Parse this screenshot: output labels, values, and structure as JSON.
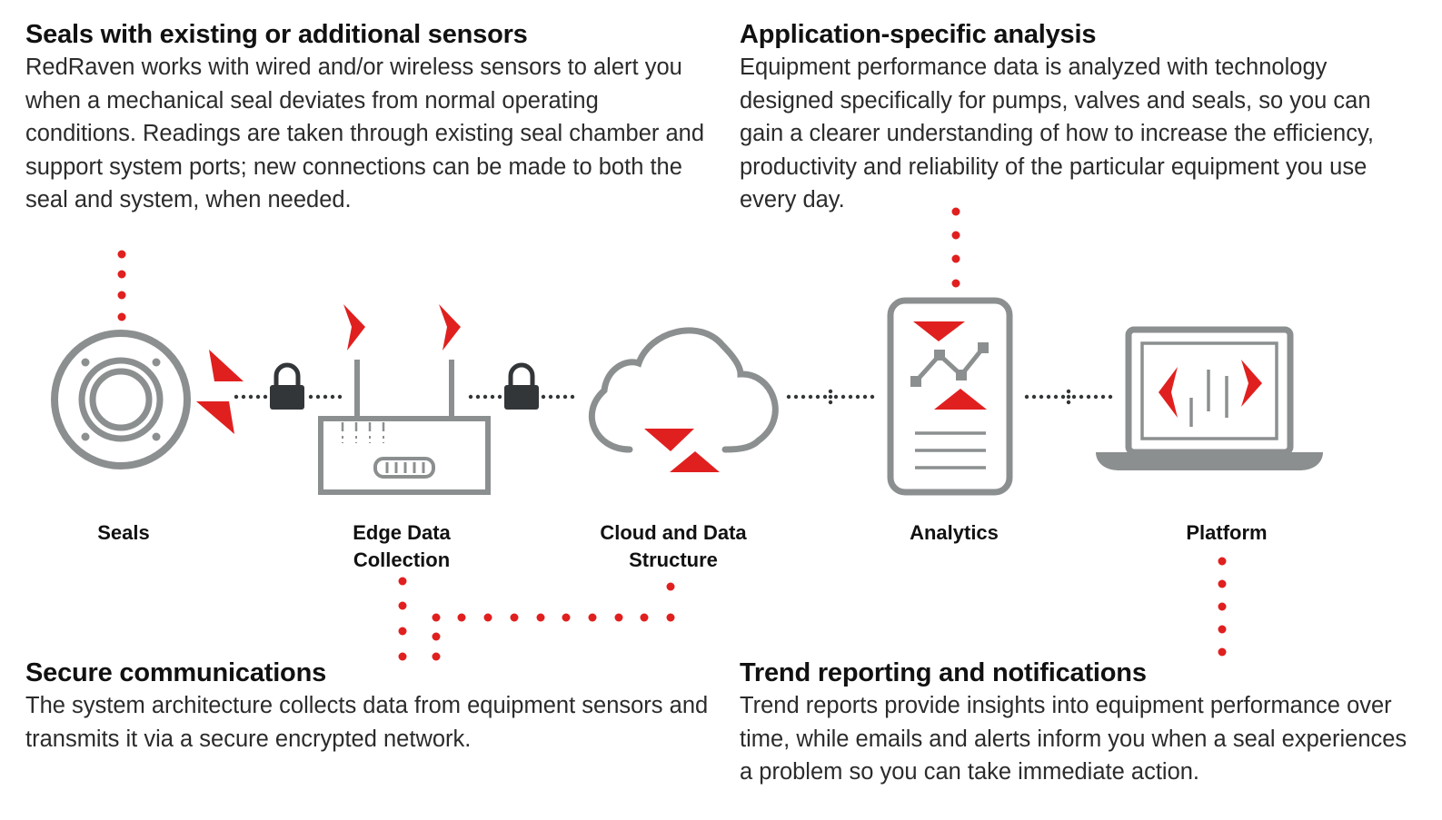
{
  "blocks": {
    "seals_sensors": {
      "heading": "Seals with existing or additional sensors",
      "body": "RedRaven works with wired and/or wireless sensors to alert you when a mechanical seal deviates from normal operating conditions. Readings are taken through existing seal chamber and support system ports; new connections can be made to both the seal and system, when needed."
    },
    "analysis": {
      "heading": "Application-specific analysis",
      "body": "Equipment performance data is analyzed with technology designed specifically for pumps, valves and seals, so you can gain a clearer understanding of how to increase the efficiency, productivity and reliability of the particular equipment you use every day."
    },
    "secure": {
      "heading": "Secure communications",
      "body": "The system architecture collects data from equipment sensors and transmits it via a secure encrypted network."
    },
    "trend": {
      "heading": "Trend reporting and notifications",
      "body": "Trend reports provide insights into equipment performance over time, while emails and alerts inform you when a seal experiences a problem so you can take immediate action."
    }
  },
  "nodes": {
    "seals": "Seals",
    "edge": "Edge Data\nCollection",
    "cloud": "Cloud and Data\nStructure",
    "analytics": "Analytics",
    "platform": "Platform"
  },
  "colors": {
    "accent_red": "#e0201f",
    "icon_gray": "#8c8f90",
    "lock_dark": "#333638",
    "text": "#222222"
  }
}
